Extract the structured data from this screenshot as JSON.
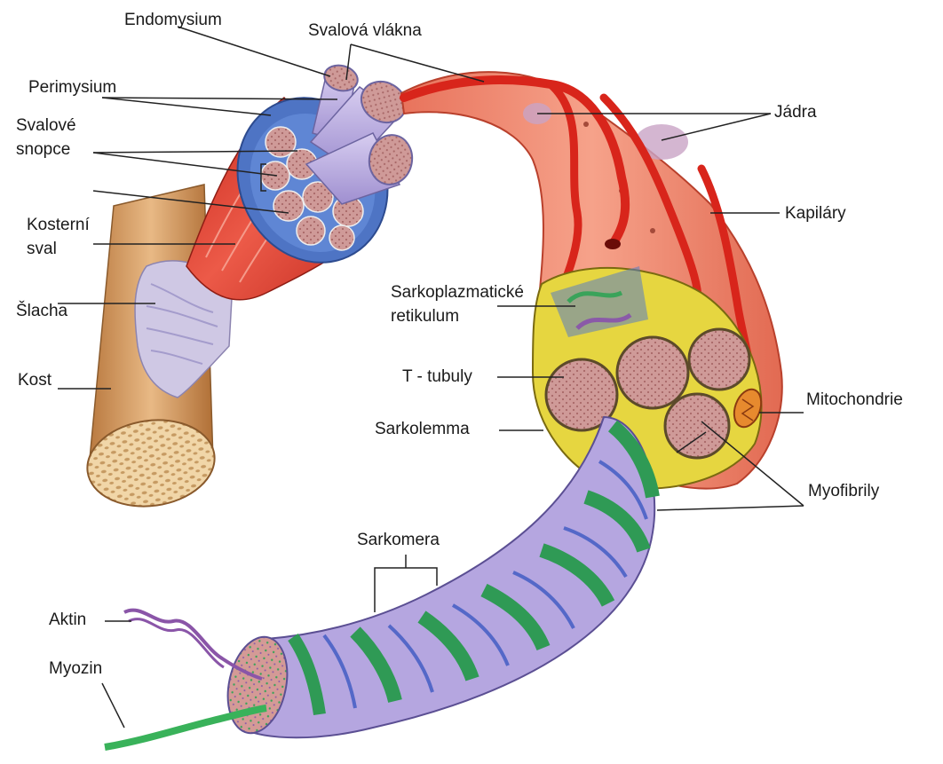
{
  "labels": {
    "endomysium": "Endomysium",
    "svalova_vlakna": "Svalová vlákna",
    "perimysium": "Perimysium",
    "svalove_snopce_1": "Svalové",
    "svalove_snopce_2": "snopce",
    "kosterni_sval_1": "Kosterní",
    "kosterni_sval_2": "sval",
    "slacha": "Šlacha",
    "kost": "Kost",
    "jadra": "Jádra",
    "kapilary": "Kapiláry",
    "sarkoplazmaticke_1": "Sarkoplazmatické",
    "sarkoplazmaticke_2": "retikulum",
    "t_tubuly": "T - tubuly",
    "sarkolemma": "Sarkolemma",
    "mitochondrie": "Mitochondrie",
    "myofibrily": "Myofibrily",
    "sarkomera": "Sarkomera",
    "aktin": "Aktin",
    "myozin": "Myozin"
  },
  "colors": {
    "muscle_red": "#e0453a",
    "fiber_pink": "#f08a70",
    "perimysium_blue": "#4e74c4",
    "fascicle_pink": "#c98a88",
    "bone": "#d7a46e",
    "tendon": "#c9c3df",
    "sarcomere_green": "#2f9a55",
    "sarcomere_purple": "#a89ad6",
    "reticulum_yellow": "#e6d640",
    "myozin_green": "#39b25a",
    "aktin_purple": "#8a55a8"
  }
}
